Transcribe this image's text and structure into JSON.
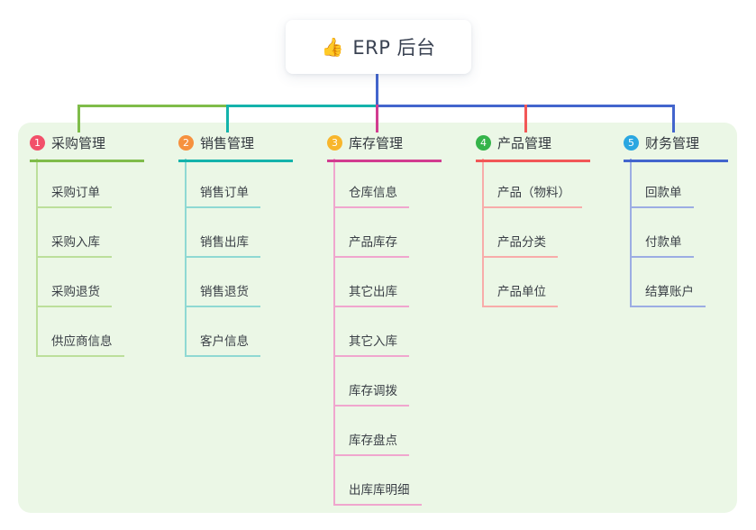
{
  "root": {
    "icon": "👍",
    "label": "ERP 后台"
  },
  "panel_color": "#ebf7e6",
  "branches": [
    {
      "number": "1",
      "label": "采购管理",
      "color": "#7fbc4a",
      "light_color": "#bcdf9b",
      "badge_color": "#f2506a",
      "children": [
        "采购订单",
        "采购入库",
        "采购退货",
        "供应商信息"
      ]
    },
    {
      "number": "2",
      "label": "销售管理",
      "color": "#14b3ab",
      "light_color": "#8fd9d3",
      "badge_color": "#f6913e",
      "children": [
        "销售订单",
        "销售出库",
        "销售退货",
        "客户信息"
      ]
    },
    {
      "number": "3",
      "label": "库存管理",
      "color": "#d23c90",
      "light_color": "#f0a6ce",
      "badge_color": "#f8b62c",
      "children": [
        "仓库信息",
        "产品库存",
        "其它出库",
        "其它入库",
        "库存调拨",
        "库存盘点",
        "出库库明细"
      ]
    },
    {
      "number": "4",
      "label": "产品管理",
      "color": "#f25757",
      "light_color": "#f8acaa",
      "badge_color": "#35b44a",
      "children": [
        "产品（物料）",
        "产品分类",
        "产品单位"
      ]
    },
    {
      "number": "5",
      "label": "财务管理",
      "color": "#4365cd",
      "light_color": "#9cade3",
      "badge_color": "#2aa7e1",
      "children": [
        "回款单",
        "付款单",
        "结算账户"
      ]
    }
  ]
}
